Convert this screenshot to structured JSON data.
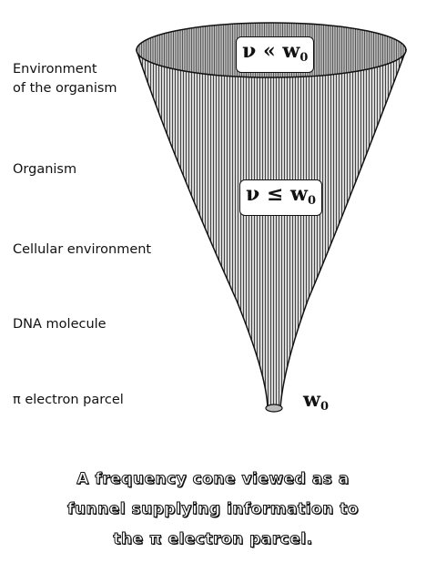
{
  "labels": {
    "environment_line1": "Environment",
    "environment_line2": "of the organism",
    "organism": "Organism",
    "cellular": "Cellular environment",
    "dna": "DNA molecule",
    "pi_electron": "π  electron parcel"
  },
  "equations": {
    "top": {
      "lhs": "ν",
      "op": "«",
      "rhs": "w",
      "sub": "0"
    },
    "middle": {
      "lhs": "ν",
      "op": "≤",
      "rhs": "w",
      "sub": "0"
    },
    "tip": {
      "symbol": "w",
      "sub": "0"
    }
  },
  "caption": {
    "line1": "A frequency cone viewed as a",
    "line2": "funnel supplying information to",
    "line3": "the π electron parcel."
  },
  "colors": {
    "ink": "#111111",
    "cone_fill": "#b9b9b9",
    "top_ellipse": "#9a9a9a"
  }
}
